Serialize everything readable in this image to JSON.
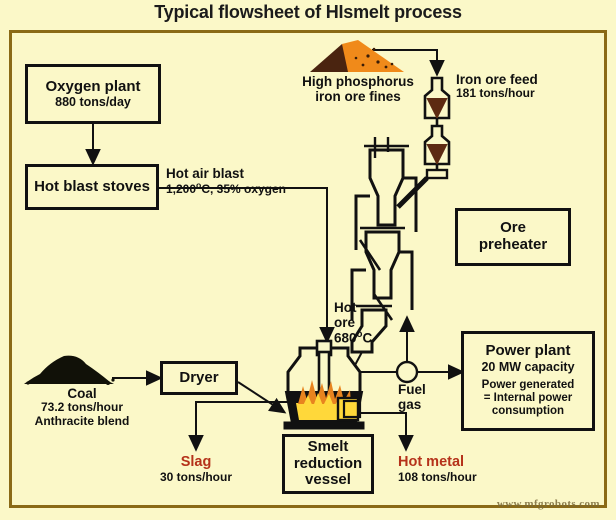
{
  "title": "Typical flowsheet of HIsmelt process",
  "theme": {
    "background": "#fbf8c8",
    "frame_border": "#8a6a16",
    "line": "#111111",
    "accent_red": "#b5321a",
    "flame_orange": "#e8841f",
    "flame_yellow": "#ffd83a",
    "ore_dark": "#4a2410",
    "ore_orange": "#f08a1a",
    "coal_black": "#111108"
  },
  "boxes": {
    "oxygen_plant": {
      "line1": "Oxygen plant",
      "line2": "880 tons/day"
    },
    "hot_blast_stoves": {
      "line1": "Hot blast stoves"
    },
    "ore_preheater": {
      "line1": "Ore",
      "line2": "preheater"
    },
    "dryer": {
      "line1": "Dryer"
    },
    "power_plant": {
      "line1": "Power plant",
      "line2": "20 MW capacity",
      "line3": "Power generated",
      "line4": "= Internal power",
      "line5": "consumption"
    },
    "smelt_reduction_vessel": {
      "line1": "Smelt",
      "line2": "reduction",
      "line3": "vessel"
    }
  },
  "labels": {
    "iron_ore_fines": {
      "line1": "High phosphorus",
      "line2": "iron ore fines"
    },
    "iron_ore_feed": {
      "line1": "Iron ore feed",
      "line2": "181 tons/hour"
    },
    "hot_air_blast": {
      "line1": "Hot air blast",
      "line2": "1,200",
      "unit": "o",
      "line2b": "C, 35% oxygen"
    },
    "hot_ore": {
      "line1": "Hot",
      "line2": "ore",
      "line3": "680",
      "unit": "o",
      "line3b": "C"
    },
    "coal": {
      "line1": "Coal",
      "line2": "73.2 tons/hour",
      "line3": "Anthracite blend"
    },
    "slag": {
      "line1": "Slag",
      "line2": "30 tons/hour"
    },
    "hot_metal": {
      "line1": "Hot metal",
      "line2": "108 tons/hour"
    },
    "fuel_gas": {
      "line1": "Fuel",
      "line2": "gas"
    }
  },
  "watermark": "www.mfgrobots.com"
}
